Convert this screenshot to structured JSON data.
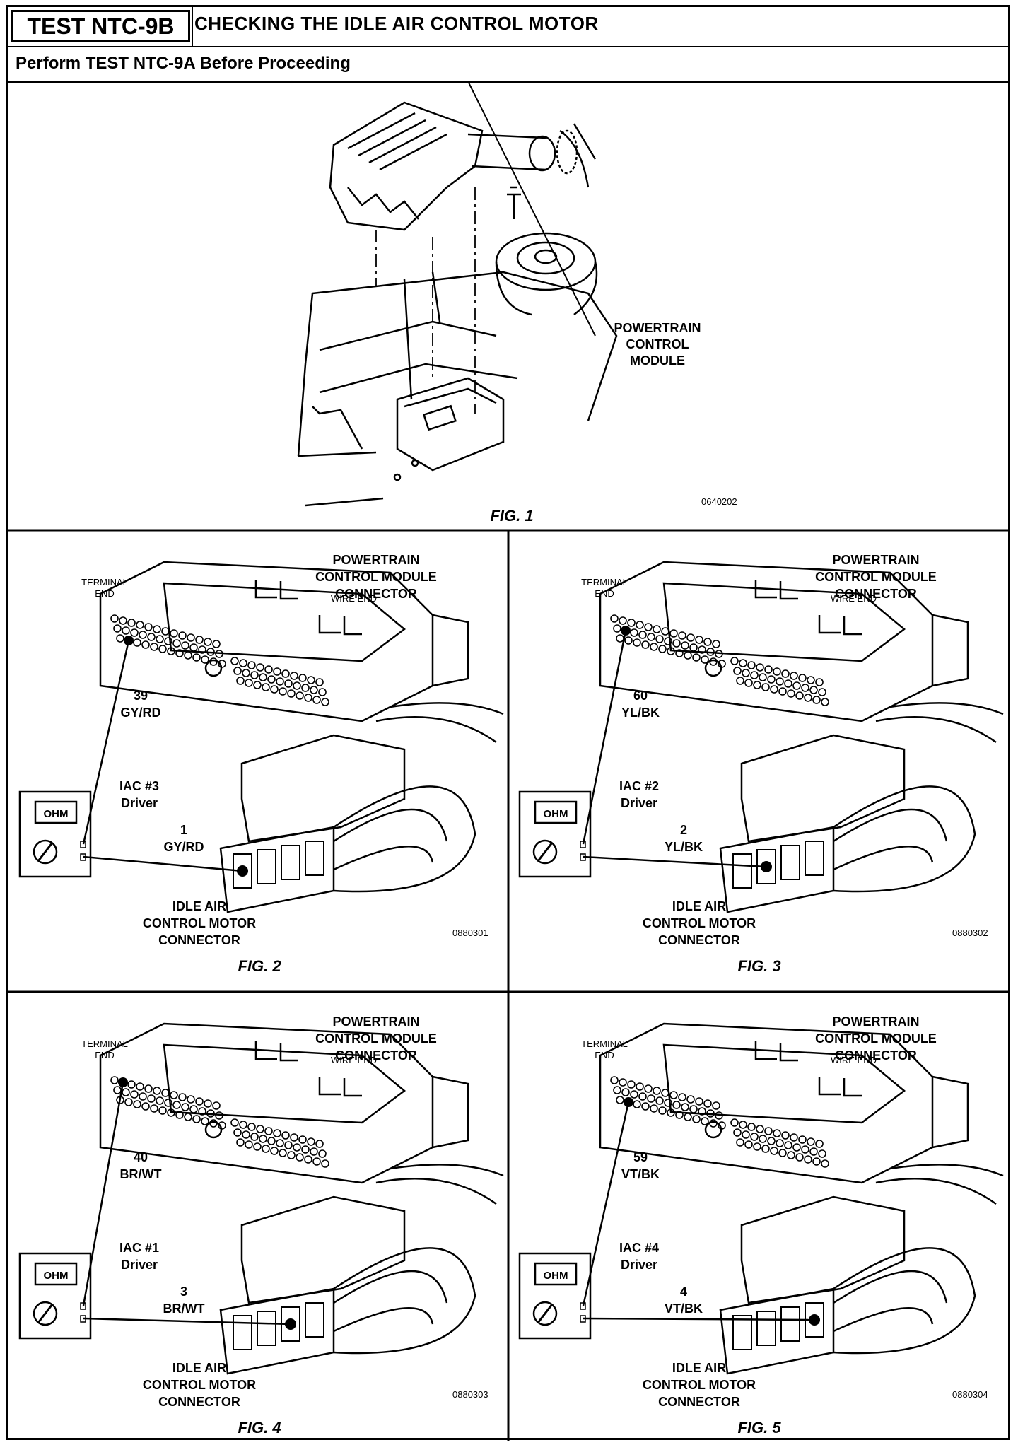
{
  "header": {
    "test_id": "TEST NTC-9B",
    "title": "CHECKING THE IDLE AIR CONTROL MOTOR",
    "subtitle": "Perform TEST NTC-9A Before Proceeding"
  },
  "fig1": {
    "label": "FIG. 1",
    "callout": [
      "POWERTRAIN",
      "CONTROL",
      "MODULE"
    ],
    "code": "0640202"
  },
  "common": {
    "pcm_connector": [
      "POWERTRAIN",
      "CONTROL MODULE",
      "CONNECTOR"
    ],
    "terminal_end": [
      "TERMINAL",
      "END"
    ],
    "wire_end": "WIRE END",
    "iac_connector": [
      "IDLE AIR",
      "CONTROL MOTOR",
      "CONNECTOR"
    ],
    "meter": "OHM",
    "driver": "Driver"
  },
  "panels": [
    {
      "fig": "FIG. 2",
      "pcm_pin": "39",
      "pcm_wire": "GY/RD",
      "iac": "IAC #3",
      "iac_pin": "1",
      "iac_wire": "GY/RD",
      "code": "0880301"
    },
    {
      "fig": "FIG. 3",
      "pcm_pin": "60",
      "pcm_wire": "YL/BK",
      "iac": "IAC #2",
      "iac_pin": "2",
      "iac_wire": "YL/BK",
      "code": "0880302"
    },
    {
      "fig": "FIG. 4",
      "pcm_pin": "40",
      "pcm_wire": "BR/WT",
      "iac": "IAC #1",
      "iac_pin": "3",
      "iac_wire": "BR/WT",
      "code": "0880303"
    },
    {
      "fig": "FIG. 5",
      "pcm_pin": "59",
      "pcm_wire": "VT/BK",
      "iac": "IAC #4",
      "iac_pin": "4",
      "iac_wire": "VT/BK",
      "code": "0880304"
    }
  ]
}
